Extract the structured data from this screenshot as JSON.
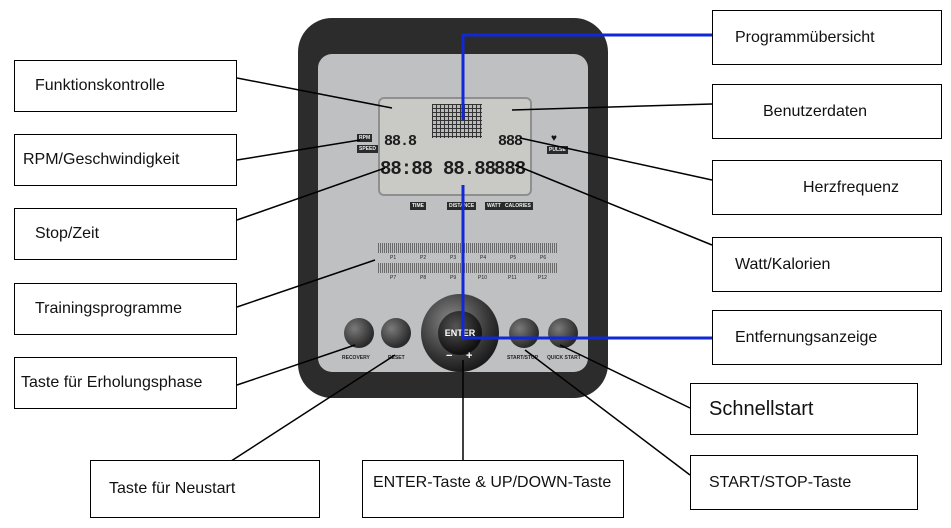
{
  "callouts": {
    "programmuebersicht": "Programmübersicht",
    "funktionskontrolle": "Funktionskontrolle",
    "benutzerdaten": "Benutzerdaten",
    "rpm_geschwindigkeit": "RPM/Geschwindigkeit",
    "herzfrequenz": "Herzfrequenz",
    "stop_zeit": "Stop/Zeit",
    "watt_kalorien": "Watt/Kalorien",
    "trainingsprogramme": "Trainingsprogramme",
    "entfernungsanzeige": "Entfernungsanzeige",
    "taste_erholungsphase": "Taste für Erholungsphase",
    "schnellstart": "Schnellstart",
    "taste_neustart": "Taste für Neustart",
    "enter_taste": "ENTER-Taste & UP/DOWN-Taste",
    "start_stop_taste": "START/STOP-Taste"
  },
  "console": {
    "lcd_digits_left": "88.8",
    "lcd_digits_right": "888",
    "lcd_bottom_1": "88:88",
    "lcd_bottom_2": "88.88",
    "lcd_bottom_3": "888",
    "rpm_tag": "RPM",
    "speed_tag": "SPEED",
    "pulse_tag": "PULSE",
    "heart_symbol": "♥",
    "time_label": "TIME",
    "distance_label": "DISTANCE",
    "watt_label": "WATT",
    "calories_label": "CALORIES",
    "programs": [
      "P1",
      "P2",
      "P3",
      "P4",
      "P5",
      "P6",
      "P7",
      "P8",
      "P9",
      "P10",
      "P11",
      "P12"
    ],
    "recovery_label": "RECOVERY",
    "reset_label": "RESET",
    "start_stop_label": "START/STOP",
    "quick_start_label": "QUICK START",
    "enter_label": "ENTER",
    "minus_label": "−",
    "plus_label": "+"
  },
  "colors": {
    "pointer_blue": "#1028d6",
    "pointer_black": "#000000"
  }
}
